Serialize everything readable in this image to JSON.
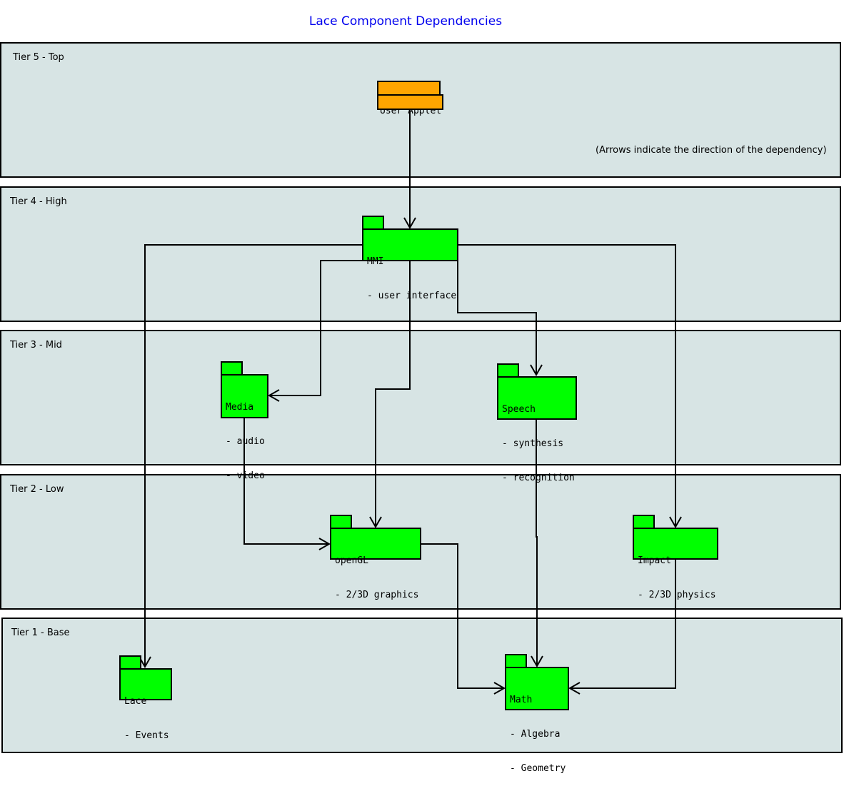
{
  "title": "Lace Component Dependencies",
  "note": "(Arrows indicate the direction of the dependency)",
  "colors": {
    "tier_fill": "#d7e4e4",
    "package_fill": "#00ff00",
    "applet_fill": "#ffa500",
    "title": "#0000ee"
  },
  "tiers": [
    {
      "label": "Tier 5 - Top"
    },
    {
      "label": "Tier 4 - High"
    },
    {
      "label": "Tier 3 - Mid"
    },
    {
      "label": "Tier 2 - Low"
    },
    {
      "label": "Tier 1 - Base"
    }
  ],
  "packages": {
    "applet": {
      "lines": [
        "User Applet"
      ]
    },
    "mmi": {
      "lines": [
        "MMI",
        "- user interface"
      ]
    },
    "media": {
      "lines": [
        "Media",
        "- audio",
        "- video"
      ]
    },
    "speech": {
      "lines": [
        "Speech",
        "- synthesis",
        "- recognition"
      ]
    },
    "opengl": {
      "lines": [
        "openGL",
        "- 2/3D graphics"
      ]
    },
    "impact": {
      "lines": [
        "Impact",
        "- 2/3D physics"
      ]
    },
    "lace": {
      "lines": [
        "Lace",
        "- Events"
      ]
    },
    "math": {
      "lines": [
        "Math",
        "- Algebra",
        "- Geometry"
      ]
    }
  },
  "dependencies": [
    {
      "from": "User Applet",
      "to": "MMI"
    },
    {
      "from": "MMI",
      "to": "Lace"
    },
    {
      "from": "MMI",
      "to": "Media"
    },
    {
      "from": "MMI",
      "to": "openGL"
    },
    {
      "from": "MMI",
      "to": "Speech"
    },
    {
      "from": "MMI",
      "to": "Impact"
    },
    {
      "from": "Media",
      "to": "openGL"
    },
    {
      "from": "Speech",
      "to": "Math"
    },
    {
      "from": "openGL",
      "to": "Math"
    },
    {
      "from": "Impact",
      "to": "Math"
    }
  ]
}
